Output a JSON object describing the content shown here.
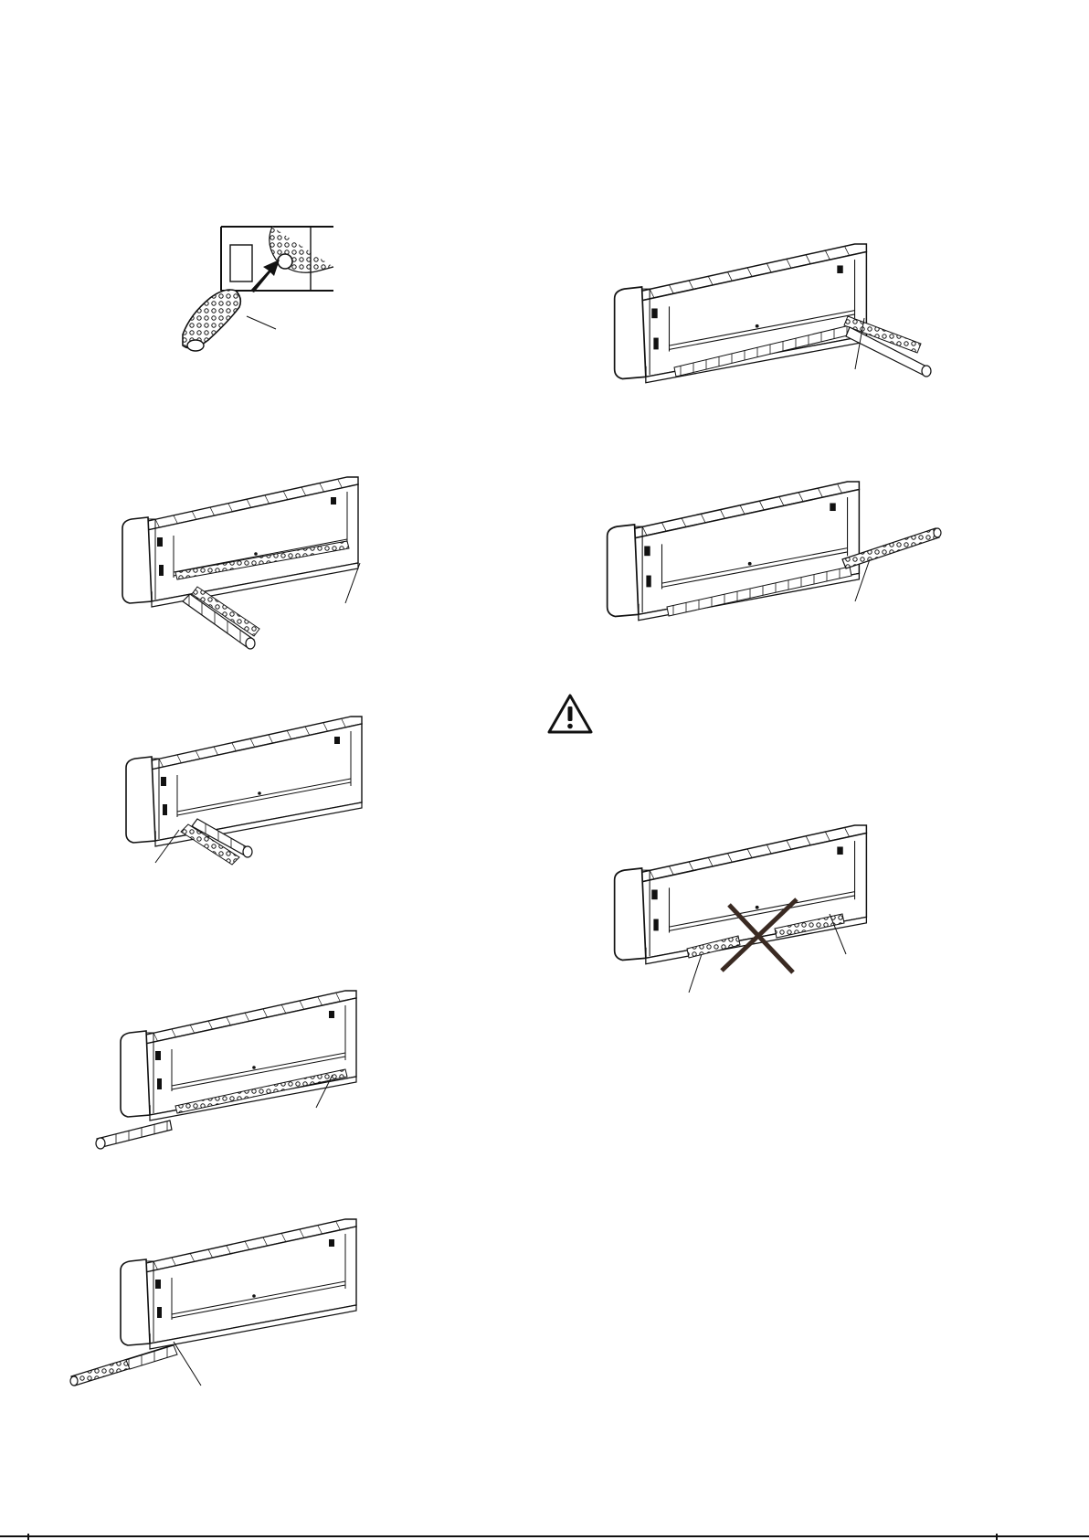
{
  "page": {
    "background": "#ffffff",
    "line_color": "#111111"
  },
  "figures": [
    {
      "id": "drain-hose-fit",
      "icon": "drain-hose-icon"
    },
    {
      "id": "unit-rear-left-piping",
      "icon": "indoor-unit-icon"
    },
    {
      "id": "unit-left-piping",
      "icon": "indoor-unit-icon"
    },
    {
      "id": "unit-left-side-piping",
      "icon": "indoor-unit-icon"
    },
    {
      "id": "unit-left-rear-piping",
      "icon": "indoor-unit-icon"
    },
    {
      "id": "unit-right-rear-piping",
      "icon": "indoor-unit-icon"
    },
    {
      "id": "unit-right-side-piping",
      "icon": "indoor-unit-icon"
    },
    {
      "id": "unit-incorrect-routing",
      "icon": "indoor-unit-icon"
    }
  ],
  "warning": {
    "icon": "warning-triangle-icon"
  },
  "cross": {
    "icon": "cross-mark-icon",
    "color": "#3a2a22"
  }
}
